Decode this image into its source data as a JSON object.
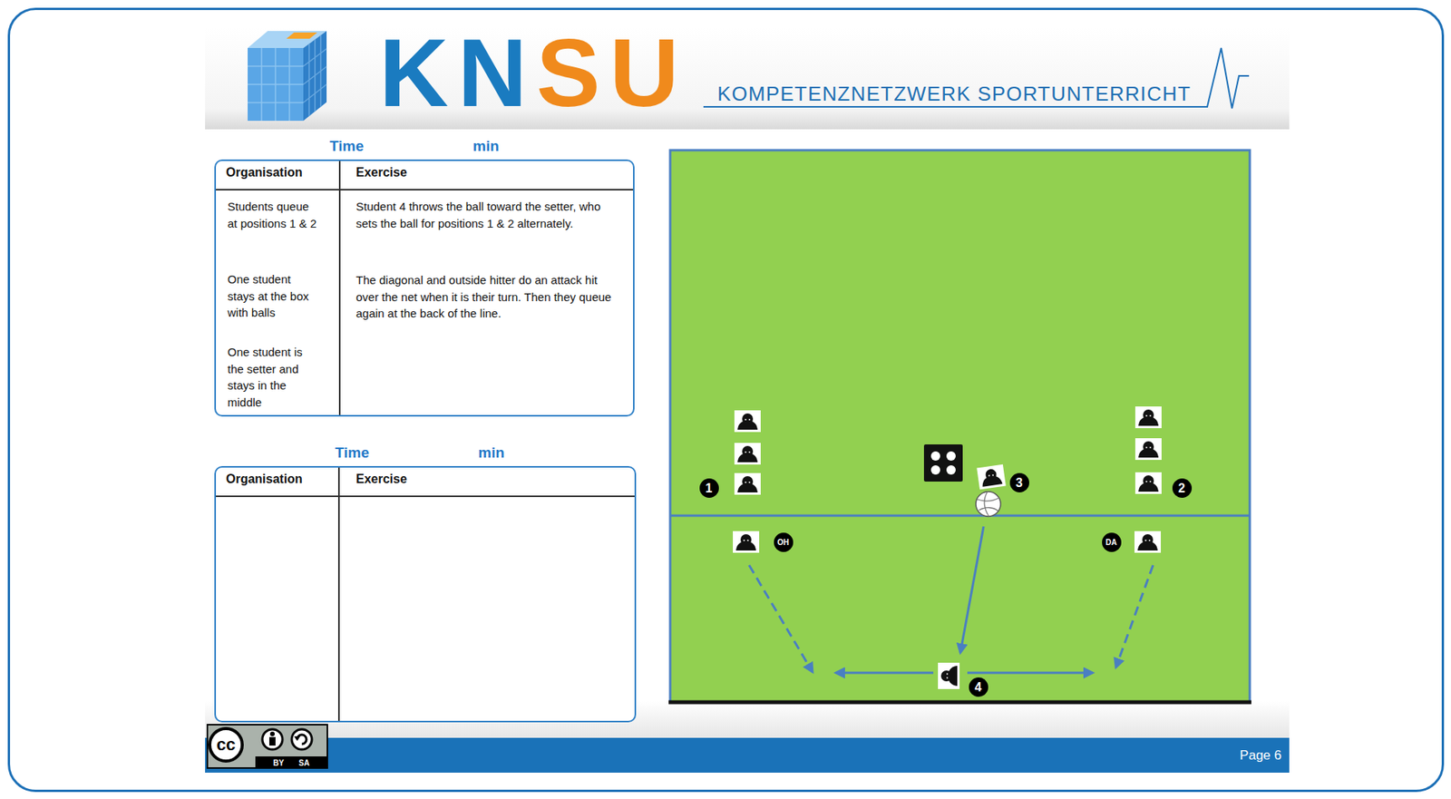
{
  "diagram": {
    "labels": [
      "KNSU",
      "KOMPETENZNETZWERK SPORTUNTERRICHT",
      "Time",
      "min",
      "Organisation",
      "Exercise",
      "Students queue at positions 1 & 2",
      "One student stays at the box with balls",
      "One student is the setter and stays in the middle",
      "Student 4 throws the ball toward the setter, who sets the ball for positions 1 & 2 alternately.",
      "The diagonal and outside hitter do an attack hit over the net when it is their turn. Then they queue again at the back of the line.",
      "Time",
      "min",
      "Organisation",
      "Exercise",
      "1",
      "2",
      "3",
      "OH",
      "DA",
      "4",
      "cc",
      "BY",
      "SA",
      "Page 6"
    ]
  }
}
